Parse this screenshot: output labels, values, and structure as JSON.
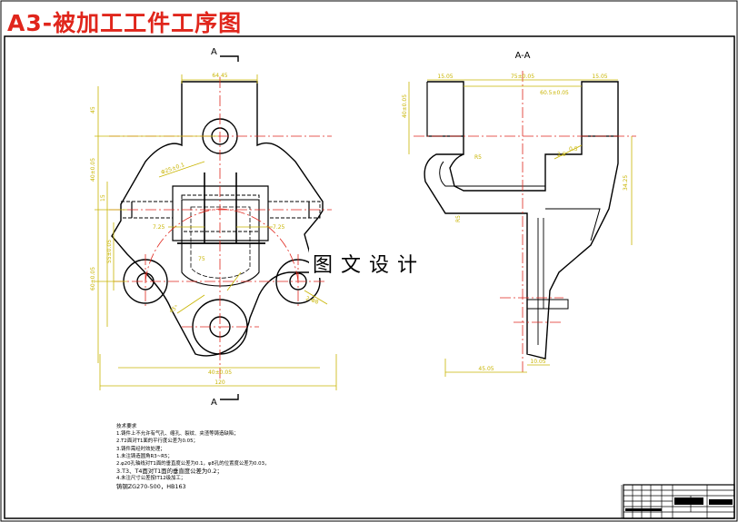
{
  "title": "A3-被加工工件工序图",
  "watermark": "图文设计",
  "views": {
    "section_mark_top": "A",
    "section_mark_bottom": "A",
    "section_view_label": "A-A"
  },
  "dimensions": {
    "front": {
      "top_width": "64.45",
      "left_vertical_a": "45",
      "left_vertical_b": "40±0.05",
      "left_vertical_c": "15",
      "left_vertical_d": "60±0.05",
      "left_vertical_e": "55±0.05",
      "diag_center": "Φ25±0.1",
      "inner_left": "7.25",
      "inner_right": "7.25",
      "radius_mid": "75",
      "bottom_diag": "45°",
      "right_hole": "2-Φ8",
      "lower_center": "40±0.05",
      "overall_width": "120"
    },
    "section": {
      "top_left_width": "15.05",
      "top_mid_width": "75±0.05",
      "top_right_width": "15.05",
      "inner_width": "60.5±0.05",
      "left_vertical": "40±0.05",
      "radius_left": "R5",
      "chamfer": "2.5",
      "chamfer_b": "0.5",
      "right_vertical": "34.25",
      "radius_small": "R5",
      "bottom_width": "45.05",
      "bottom_right": "10.05"
    }
  },
  "notes": {
    "header": "技术要求",
    "lines": [
      "1.铸件上不允许有气孔、缩孔、裂纹、夹渣等铸造缺陷；",
      "2.T2面对T1面的平行度公差为0.05；",
      "3.铸件需经时效处理；",
      "1.未注铸造圆角R3~R5；",
      "2.φ20孔轴线对T1面的垂直度公差为0.1，φ8孔的位置度公差为0.03，",
      "3.T3、T4面对T1面的垂直度公差为0.2；",
      "4.未注尺寸公差按IT12级加工；"
    ],
    "material": "铸钢ZG270-500，HB163"
  }
}
